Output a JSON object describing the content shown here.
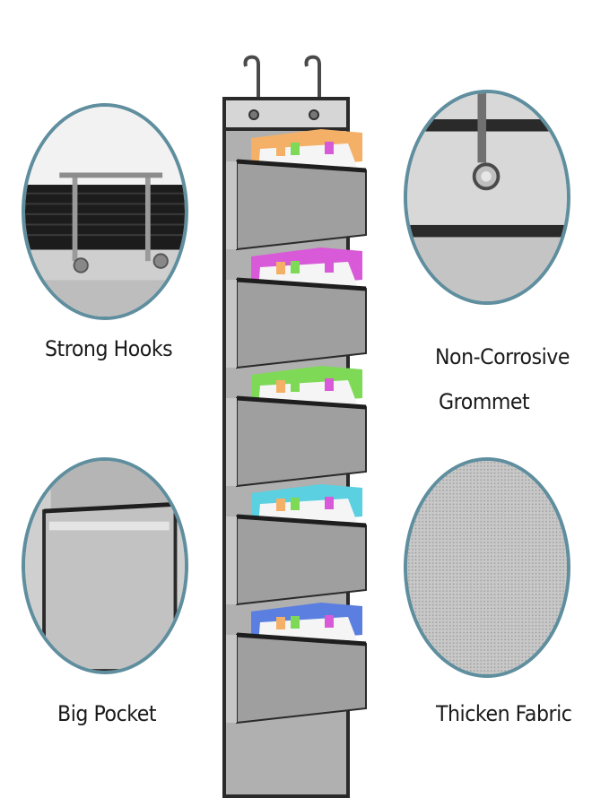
{
  "features": [
    {
      "id": "hooks",
      "label": "Strong Hooks"
    },
    {
      "id": "grommet",
      "label_line1": "Non-Corrosive",
      "label_line2": "Grommet"
    },
    {
      "id": "pocket",
      "label": "Big Pocket"
    },
    {
      "id": "fabric",
      "label": "Thicken Fabric"
    }
  ],
  "colors": {
    "ring": "#5f8e9e",
    "fabric_gray": "#a9a9a9",
    "trim_black": "#2b2b2b",
    "folder_orange": "#f4b066",
    "folder_magenta": "#d85ad8",
    "folder_green": "#7ed957",
    "folder_cyan": "#5ad0e0",
    "folder_blue": "#5b7fe0"
  },
  "pockets": [
    {
      "folder_color": "#f4b066"
    },
    {
      "folder_color": "#d85ad8"
    },
    {
      "folder_color": "#7ed957"
    },
    {
      "folder_color": "#5ad0e0"
    },
    {
      "folder_color": "#5b7fe0"
    }
  ]
}
